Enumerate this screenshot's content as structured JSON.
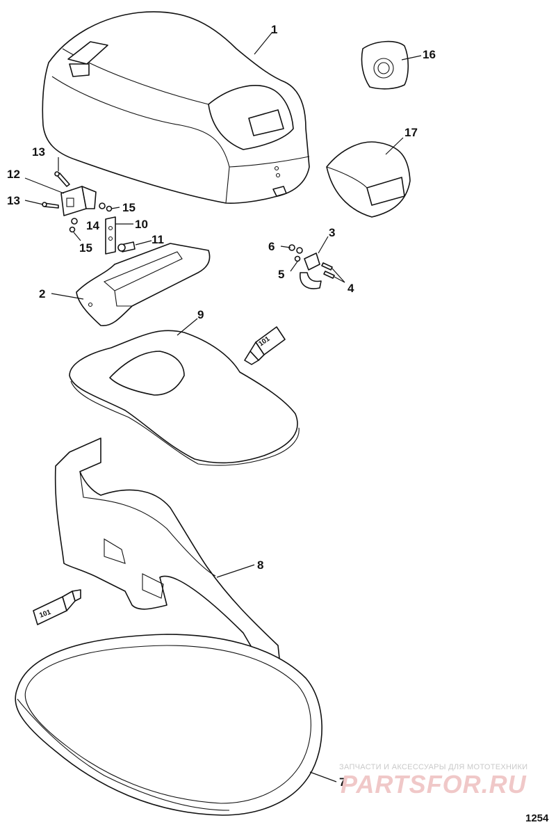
{
  "callouts": {
    "c1": "1",
    "c2": "2",
    "c3": "3",
    "c4": "4",
    "c5": "5",
    "c6": "6",
    "c7": "7",
    "c8": "8",
    "c9": "9",
    "c10": "10",
    "c11": "11",
    "c12": "12",
    "c13a": "13",
    "c13b": "13",
    "c14": "14",
    "c15a": "15",
    "c15b": "15",
    "c16": "16",
    "c17": "17"
  },
  "tube_labels": {
    "upper": "101",
    "lower": "101"
  },
  "figure_number": "1254",
  "watermark": {
    "tagline": "ЗАПЧАСТИ И АКСЕССУАРЫ ДЛЯ МОТОТЕХНИКИ",
    "brand": "PARTSFOR.RU",
    "brand_color": "#e8b4b4"
  }
}
